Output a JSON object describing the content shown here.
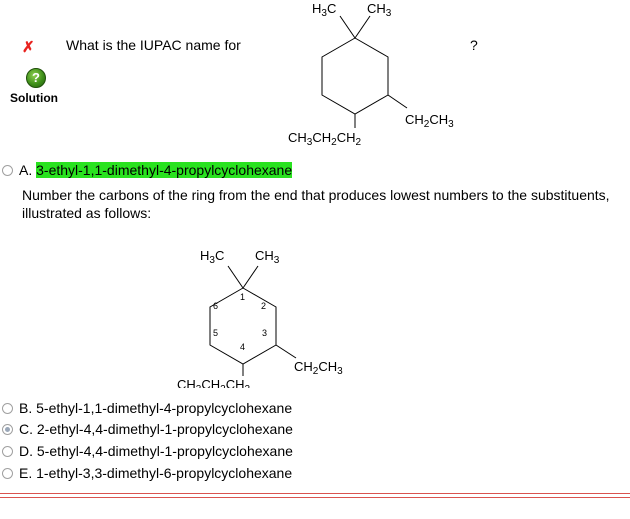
{
  "question": {
    "text": "What is the IUPAC name for",
    "trailing": "?"
  },
  "status": {
    "wrong_mark": "✗"
  },
  "solution": {
    "label": "Solution",
    "icon_glyph": "?"
  },
  "molecule": {
    "methyl_left": "H3C",
    "methyl_right": "CH3",
    "ethyl": "CH2CH3",
    "propyl": "CH3CH2CH2"
  },
  "options": [
    {
      "letter": "A.",
      "text": "3-ethyl-1,1-dimethyl-4-propylcyclohexane",
      "highlighted": true,
      "selected": false
    },
    {
      "letter": "B.",
      "text": "5-ethyl-1,1-dimethyl-4-propylcyclohexane",
      "highlighted": false,
      "selected": false
    },
    {
      "letter": "C.",
      "text": "2-ethyl-4,4-dimethyl-1-propylcyclohexane",
      "highlighted": false,
      "selected": true
    },
    {
      "letter": "D.",
      "text": "5-ethyl-4,4-dimethyl-1-propylcyclohexane",
      "highlighted": false,
      "selected": false
    },
    {
      "letter": "E.",
      "text": "1-ethyl-3,3-dimethyl-6-propylcyclohexane",
      "highlighted": false,
      "selected": false
    }
  ],
  "explanation": {
    "text": "Number the carbons of the ring from the end that produces lowest numbers to the substituents, illustrated as follows:",
    "ring_numbers": [
      "1",
      "2",
      "3",
      "4",
      "5",
      "6"
    ]
  },
  "colors": {
    "highlight": "#29e21f",
    "wrong": "#e8231f",
    "divider": "#d9534f"
  }
}
